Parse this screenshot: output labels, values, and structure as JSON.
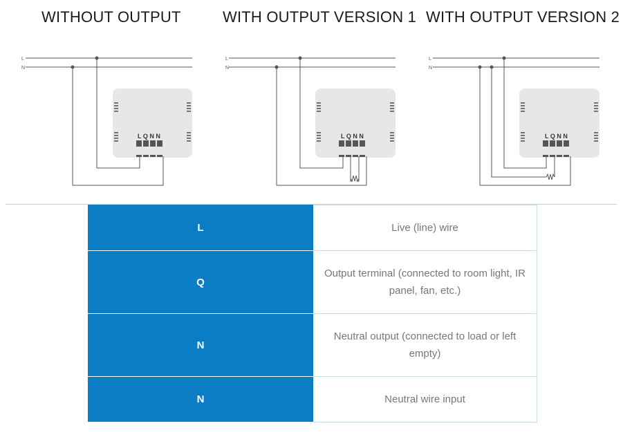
{
  "diagrams": [
    {
      "title": "WITHOUT OUTPUT",
      "line_label": "L",
      "neutral_label": "N",
      "terminal_labels": "L Q N N"
    },
    {
      "title": "WITH OUTPUT VERSION 1",
      "line_label": "L",
      "neutral_label": "N",
      "terminal_labels": "L Q N N"
    },
    {
      "title": "WITH OUTPUT VERSION 2",
      "line_label": "L",
      "neutral_label": "N",
      "terminal_labels": "L Q N N"
    }
  ],
  "table": {
    "rows": [
      {
        "terminal": "L",
        "description": "Live (line) wire"
      },
      {
        "terminal": "Q",
        "description": "Output terminal (connected to room light, IR panel, fan, etc.)"
      },
      {
        "terminal": "N",
        "description": "Neutral output (connected to load or left empty)"
      },
      {
        "terminal": "N",
        "description": "Neutral wire input"
      }
    ]
  },
  "colors": {
    "accent": "#0a7dc4",
    "device_fill": "#e6e7e8",
    "wire": "#555555"
  }
}
